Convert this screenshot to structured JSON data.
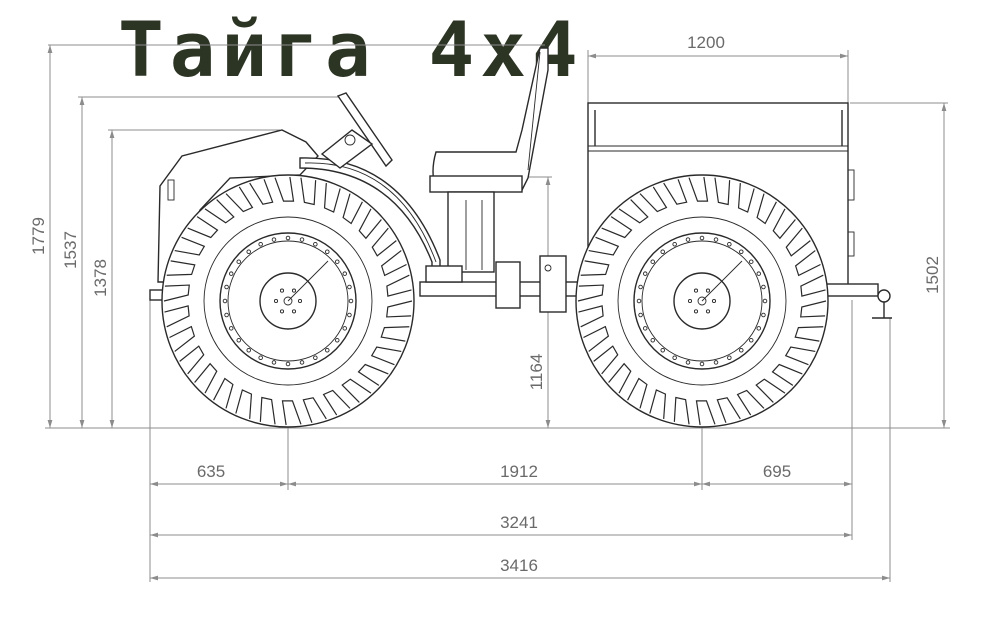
{
  "title": "Тайга 4х4",
  "colors": {
    "title": "#2c3424",
    "outline": "#2a2a2a",
    "dimension": "#8c8c8c"
  },
  "dimensions": {
    "overall_height": "1779",
    "seat_back_height": "1537",
    "hood_height": "1378",
    "seat_height": "1164",
    "cargo_bed_height": "1502",
    "cargo_bed_length": "1200",
    "front_overhang": "635",
    "wheelbase": "1912",
    "rear_overhang": "695",
    "body_length": "3241",
    "overall_length": "3416"
  }
}
